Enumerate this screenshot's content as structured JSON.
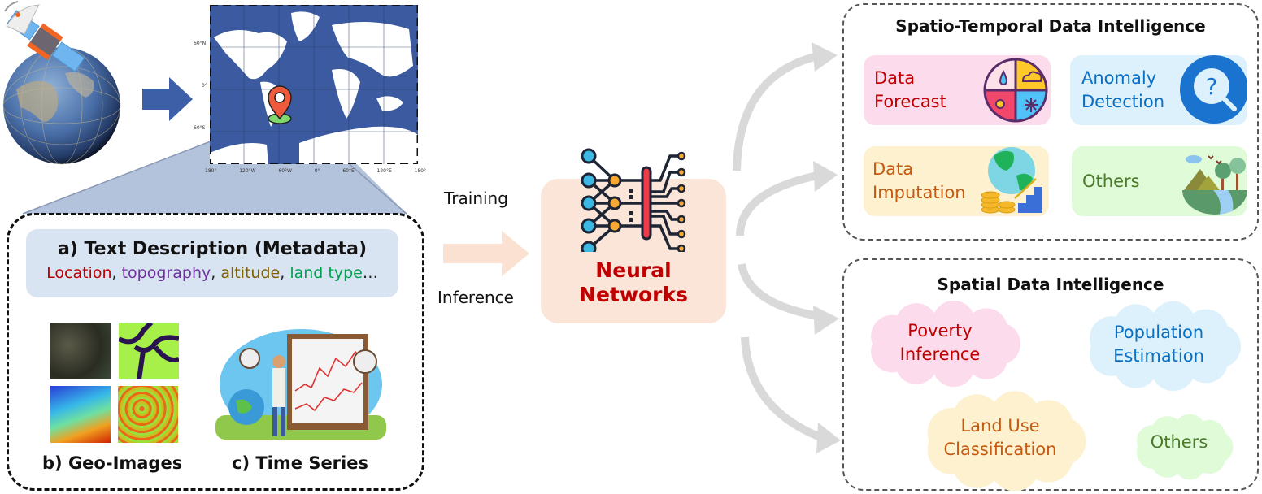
{
  "figure": {
    "input_panel": {
      "metadata": {
        "title": "a) Text Description (Metadata)",
        "items": [
          {
            "text": "Location",
            "color": "#c00000"
          },
          {
            "text": ", ",
            "color": "#222222"
          },
          {
            "text": "topography",
            "color": "#7030a0"
          },
          {
            "text": ", ",
            "color": "#222222"
          },
          {
            "text": "altitude",
            "color": "#7f6000"
          },
          {
            "text": ", ",
            "color": "#222222"
          },
          {
            "text": "land type",
            "color": "#00a050"
          },
          {
            "text": "…",
            "color": "#222222"
          }
        ]
      },
      "geo_images_label": "b) Geo-Images",
      "time_series_label": "c) Time Series"
    },
    "map": {
      "lat_labels": [
        "60°N",
        "0°",
        "60°S"
      ],
      "lon_labels": [
        "180°",
        "120°W",
        "60°W",
        "0°",
        "60°E",
        "120°E",
        "180°"
      ]
    },
    "center": {
      "training_label": "Training",
      "inference_label": "Inference",
      "model_label_line1": "Neural",
      "model_label_line2": "Networks"
    },
    "spatio_temporal": {
      "title": "Spatio-Temporal Data Intelligence",
      "cards": [
        {
          "line1": "Data",
          "line2": "Forecast",
          "bg": "#fcdcec",
          "color": "#c00000",
          "icon": "weather-forecast-icon"
        },
        {
          "line1": "Anomaly",
          "line2": "Detection",
          "bg": "#dcf1fb",
          "color": "#0a6fc2",
          "icon": "magnifier-question-icon"
        },
        {
          "line1": "Data",
          "line2": "Imputation",
          "bg": "#fdf1d0",
          "color": "#c55a11",
          "icon": "globe-coins-icon"
        },
        {
          "line1": "Others",
          "line2": "",
          "bg": "#e0fbd8",
          "color": "#4a7a2a",
          "icon": "nature-landscape-icon"
        }
      ]
    },
    "spatial": {
      "title": "Spatial Data Intelligence",
      "clouds": [
        {
          "line1": "Poverty",
          "line2": "Inference",
          "bg": "#fcdcec",
          "color": "#c00000"
        },
        {
          "line1": "Population",
          "line2": "Estimation",
          "bg": "#dcf1fb",
          "color": "#0a6fc2"
        },
        {
          "line1": "Land Use",
          "line2": "Classification",
          "bg": "#fdf1d0",
          "color": "#c55a11"
        },
        {
          "line1": "Others",
          "line2": "",
          "bg": "#e0fbd8",
          "color": "#4a7a2a"
        }
      ]
    },
    "colors": {
      "map_ocean": "#3b5aa0",
      "blue_arrow": "#3d5fa8",
      "flow_arrow": "#d9d9d9",
      "input_arrow": "#fbe1d2",
      "zoom_wedge": "#b4c3dc"
    }
  }
}
